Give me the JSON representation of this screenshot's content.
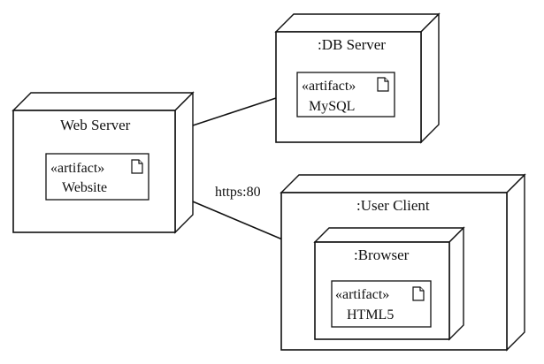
{
  "diagram": {
    "nodes": {
      "web_server": {
        "title": "Web Server",
        "stereotype": "«artifact»",
        "artifact": "Website"
      },
      "db_server": {
        "title": ":DB Server",
        "stereotype": "«artifact»",
        "artifact": "MySQL"
      },
      "user_client": {
        "title": ":User Client"
      },
      "browser": {
        "title": ":Browser",
        "stereotype": "«artifact»",
        "artifact": "HTML5"
      }
    },
    "edges": {
      "web_to_db": {
        "label": ""
      },
      "web_to_browser": {
        "label": "https:80"
      }
    },
    "icons": {
      "artifact": "document-icon"
    }
  }
}
